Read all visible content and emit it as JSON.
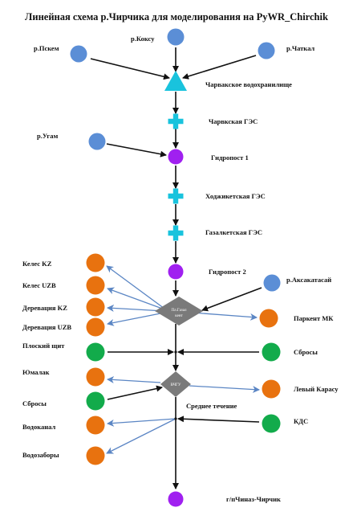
{
  "title": "Линейная схема р.Чирчика для моделирования на PyWR_Chirchik",
  "colors": {
    "river": "#5b8ed6",
    "reservoir": "#19c3dd",
    "hydropower": "#19c3dd",
    "gauge": "#a020f0",
    "demand": "#e8720f",
    "return_flow": "#12ab4b",
    "diversion": "#7a7a7a",
    "blue_arrow": "#5b86c4",
    "black_arrow": "#111111"
  },
  "nodes": [
    {
      "id": "pskem",
      "label": "р.Пскем",
      "kind": "river"
    },
    {
      "id": "koksu",
      "label": "р.Коксу",
      "kind": "river"
    },
    {
      "id": "chatkal",
      "label": "р.Чаткал",
      "kind": "river"
    },
    {
      "id": "res",
      "label": "Чарвакское водохранилище",
      "kind": "reservoir"
    },
    {
      "id": "ges1",
      "label": "Чарвкская ГЭС",
      "kind": "hydropower"
    },
    {
      "id": "ugam",
      "label": "р.Угам",
      "kind": "river"
    },
    {
      "id": "gp1",
      "label": "Гидропост 1",
      "kind": "gauge"
    },
    {
      "id": "ges2",
      "label": "Ходжикетская ГЭС",
      "kind": "hydropower"
    },
    {
      "id": "ges3",
      "label": "Газалкетская ГЭС",
      "kind": "hydropower"
    },
    {
      "id": "gp2",
      "label": "Гидропост 2",
      "kind": "gauge"
    },
    {
      "id": "aksak",
      "label": "р.Аксакатасай",
      "kind": "river"
    },
    {
      "id": "keleskz",
      "label": "Келес KZ",
      "kind": "demand"
    },
    {
      "id": "kelesuz",
      "label": "Келес UZB",
      "kind": "demand"
    },
    {
      "id": "derkz",
      "label": "Деревация KZ",
      "kind": "demand"
    },
    {
      "id": "deruz",
      "label": "Деревация UZB",
      "kind": "demand"
    },
    {
      "id": "div1",
      "label": "Пл.Газал кент",
      "kind": "diversion"
    },
    {
      "id": "parkent",
      "label": "Паркент МК",
      "kind": "demand"
    },
    {
      "id": "plosk",
      "label": "Плоский щит",
      "kind": "return_flow"
    },
    {
      "id": "sbr1",
      "label": "Сбросы",
      "kind": "return_flow"
    },
    {
      "id": "yumal",
      "label": "Юмалак",
      "kind": "demand"
    },
    {
      "id": "div2",
      "label": "ВЧГУ",
      "kind": "diversion"
    },
    {
      "id": "levkar",
      "label": "Левый Карасу",
      "kind": "demand"
    },
    {
      "id": "sbr2",
      "label": "Сбросы",
      "kind": "return_flow"
    },
    {
      "id": "sredn",
      "label": "Среднее течение",
      "kind": "text"
    },
    {
      "id": "vodok",
      "label": "Водоканал",
      "kind": "demand"
    },
    {
      "id": "kds",
      "label": "КДС",
      "kind": "return_flow"
    },
    {
      "id": "vodoz",
      "label": "Водозаборы",
      "kind": "demand"
    },
    {
      "id": "chinaz",
      "label": "г/пЧиназ-Чирчик",
      "kind": "gauge"
    }
  ],
  "edges": [
    {
      "from": "pskem",
      "to": "res",
      "style": "black"
    },
    {
      "from": "koksu",
      "to": "res",
      "style": "black"
    },
    {
      "from": "chatkal",
      "to": "res",
      "style": "black"
    },
    {
      "from": "res",
      "to": "ges1",
      "style": "black"
    },
    {
      "from": "ges1",
      "to": "gp1",
      "style": "black"
    },
    {
      "from": "ugam",
      "to": "gp1",
      "style": "black"
    },
    {
      "from": "gp1",
      "to": "ges2",
      "style": "black"
    },
    {
      "from": "ges2",
      "to": "ges3",
      "style": "black"
    },
    {
      "from": "ges3",
      "to": "gp2",
      "style": "black"
    },
    {
      "from": "gp2",
      "to": "div1",
      "style": "black"
    },
    {
      "from": "aksak",
      "to": "div1",
      "style": "black"
    },
    {
      "from": "div1",
      "to": "keleskz",
      "style": "blue"
    },
    {
      "from": "div1",
      "to": "kelesuz",
      "style": "blue"
    },
    {
      "from": "div1",
      "to": "derkz",
      "style": "blue"
    },
    {
      "from": "div1",
      "to": "deruz",
      "style": "blue"
    },
    {
      "from": "div1",
      "to": "parkent",
      "style": "blue"
    },
    {
      "from": "div1",
      "to": "div2",
      "style": "black"
    },
    {
      "from": "plosk",
      "to": "main",
      "style": "black"
    },
    {
      "from": "sbr1",
      "to": "main",
      "style": "black"
    },
    {
      "from": "div2",
      "to": "yumal",
      "style": "blue"
    },
    {
      "from": "div2",
      "to": "levkar",
      "style": "blue"
    },
    {
      "from": "sbr2",
      "to": "div2",
      "style": "black"
    },
    {
      "from": "main",
      "to": "vodok",
      "style": "blue"
    },
    {
      "from": "main",
      "to": "vodoz",
      "style": "blue"
    },
    {
      "from": "kds",
      "to": "main",
      "style": "black"
    },
    {
      "from": "div2",
      "to": "chinaz",
      "style": "black"
    }
  ]
}
